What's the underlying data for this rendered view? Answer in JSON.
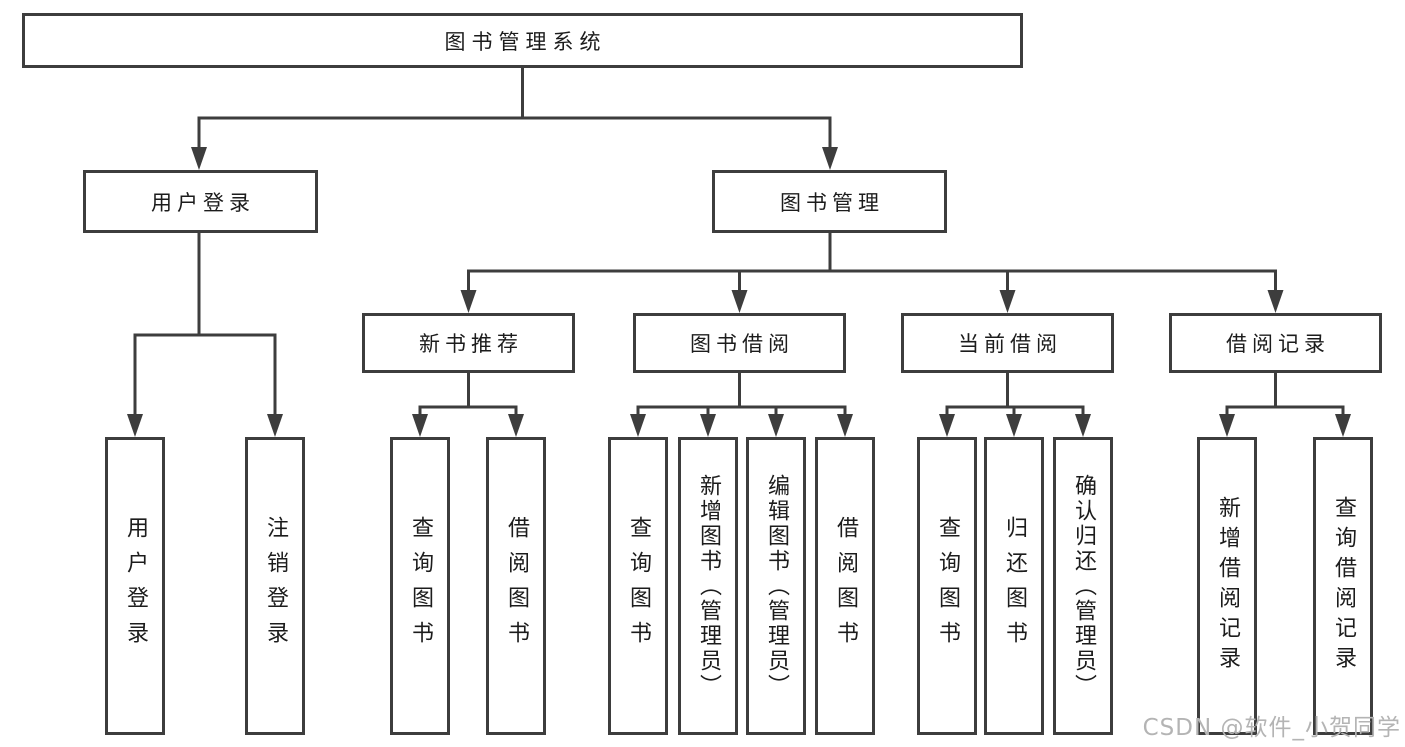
{
  "diagram": {
    "root_label": "图书管理系统",
    "level2": [
      "用户登录",
      "图书管理"
    ],
    "level3": [
      "新书推荐",
      "图书借阅",
      "当前借阅",
      "借阅记录"
    ],
    "leaves": {
      "user_login": [
        "用户登录",
        "注销登录"
      ],
      "new_book_recommend": [
        "查询图书",
        "借阅图书"
      ],
      "book_borrow": [
        "查询图书",
        "新增图书（管理员）",
        "编辑图书（管理员）",
        "借阅图书"
      ],
      "current_borrow": [
        "查询图书",
        "归还图书",
        "确认归还（管理员）"
      ],
      "borrow_records": [
        "新增借阅记录",
        "查询借阅记录"
      ]
    }
  },
  "watermark": "CSDN @软件_小贺同学",
  "colors": {
    "line": "#3d3d3d",
    "text": "#1c1c1c",
    "watermark": "#b4b4b4",
    "background": "#ffffff"
  }
}
